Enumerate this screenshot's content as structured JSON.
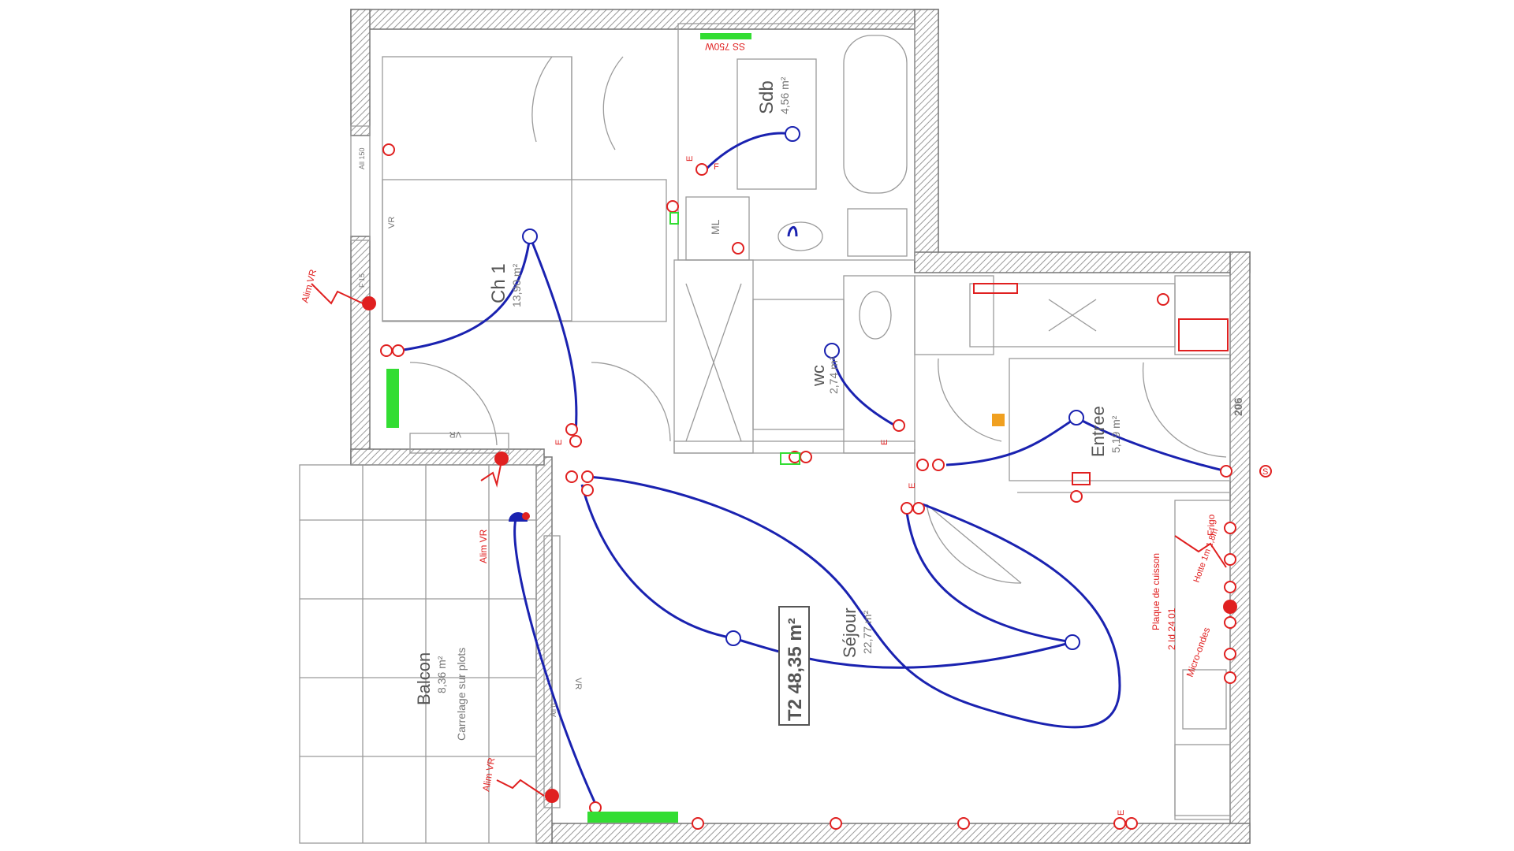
{
  "colors": {
    "wall": "#8a8a8a",
    "wall_hatch": "#b0b0b0",
    "thin_line": "#9a9a9a",
    "electric_red": "#e02020",
    "wiring_blue": "#1a22b0",
    "green": "#33dd33",
    "orange": "#f0a020"
  },
  "plan": {
    "title": "T2 48,35 m²",
    "dimension": "206",
    "rooms": {
      "sdb": {
        "name": "Sdb",
        "area": "4,56 m²"
      },
      "ch1": {
        "name": "Ch 1",
        "area": "13,90 m²"
      },
      "wc": {
        "name": "wc",
        "area": "2,74 m²"
      },
      "entree": {
        "name": "Entree",
        "area": "5,19 m²"
      },
      "sejour": {
        "name": "Séjour",
        "area": "22,77 m²"
      },
      "balcon": {
        "name": "Balcon",
        "area": "8,36 m²",
        "note": "Carrelage sur plots"
      }
    },
    "labels": {
      "ss": "SS 750W",
      "alim_vr": "Alim VR",
      "plaque": "Plaque de cuisson",
      "plaque_power": "2 Id 24 01",
      "micro_ondes": "Micro-ondes",
      "frigo": "Frigo",
      "hotte": "Hotte 1m 1,8m",
      "ml": "ML",
      "vr": "VR",
      "e": "E",
      "f": "F",
      "s": "S",
      "all": "All 150",
      "f15": "F 15",
      "all0": "All 0"
    }
  }
}
